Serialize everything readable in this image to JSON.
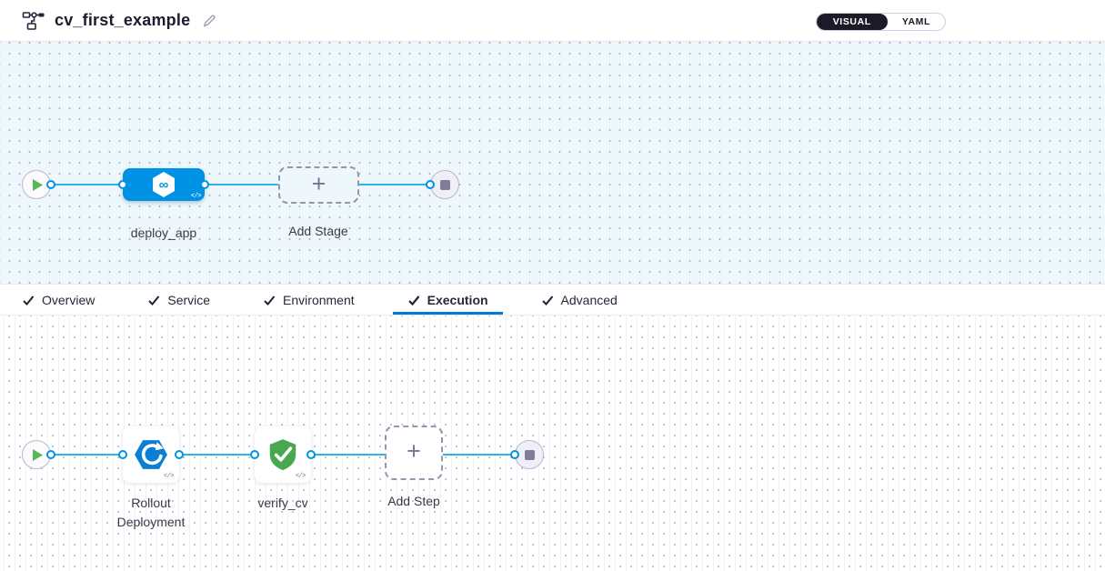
{
  "header": {
    "title": "cv_first_example",
    "view_toggle": {
      "visual_label": "VISUAL",
      "yaml_label": "YAML",
      "selected": "VISUAL"
    }
  },
  "stage_pipeline": {
    "stages": [
      {
        "label": "deploy_app",
        "type": "cd-stage"
      }
    ],
    "add_stage_label": "Add Stage"
  },
  "tabs": [
    {
      "label": "Overview",
      "checked": true,
      "active": false
    },
    {
      "label": "Service",
      "checked": true,
      "active": false
    },
    {
      "label": "Environment",
      "checked": true,
      "active": false
    },
    {
      "label": "Execution",
      "checked": true,
      "active": true
    },
    {
      "label": "Advanced",
      "checked": true,
      "active": false
    }
  ],
  "execution": {
    "steps": [
      {
        "label": "Rollout Deployment",
        "icon": "rollout-icon"
      },
      {
        "label": "verify_cv",
        "icon": "shield-check-icon"
      }
    ],
    "add_step_label": "Add Step"
  },
  "glyphs": {
    "code": "</>",
    "plus": "+"
  },
  "colors": {
    "accent_blue": "#0092e4",
    "connector_blue": "#2cb5ea",
    "tab_active_underline": "#0278d5",
    "shield_green": "#49a84f",
    "play_green": "#57b757",
    "toggle_dark": "#1b1b28"
  }
}
